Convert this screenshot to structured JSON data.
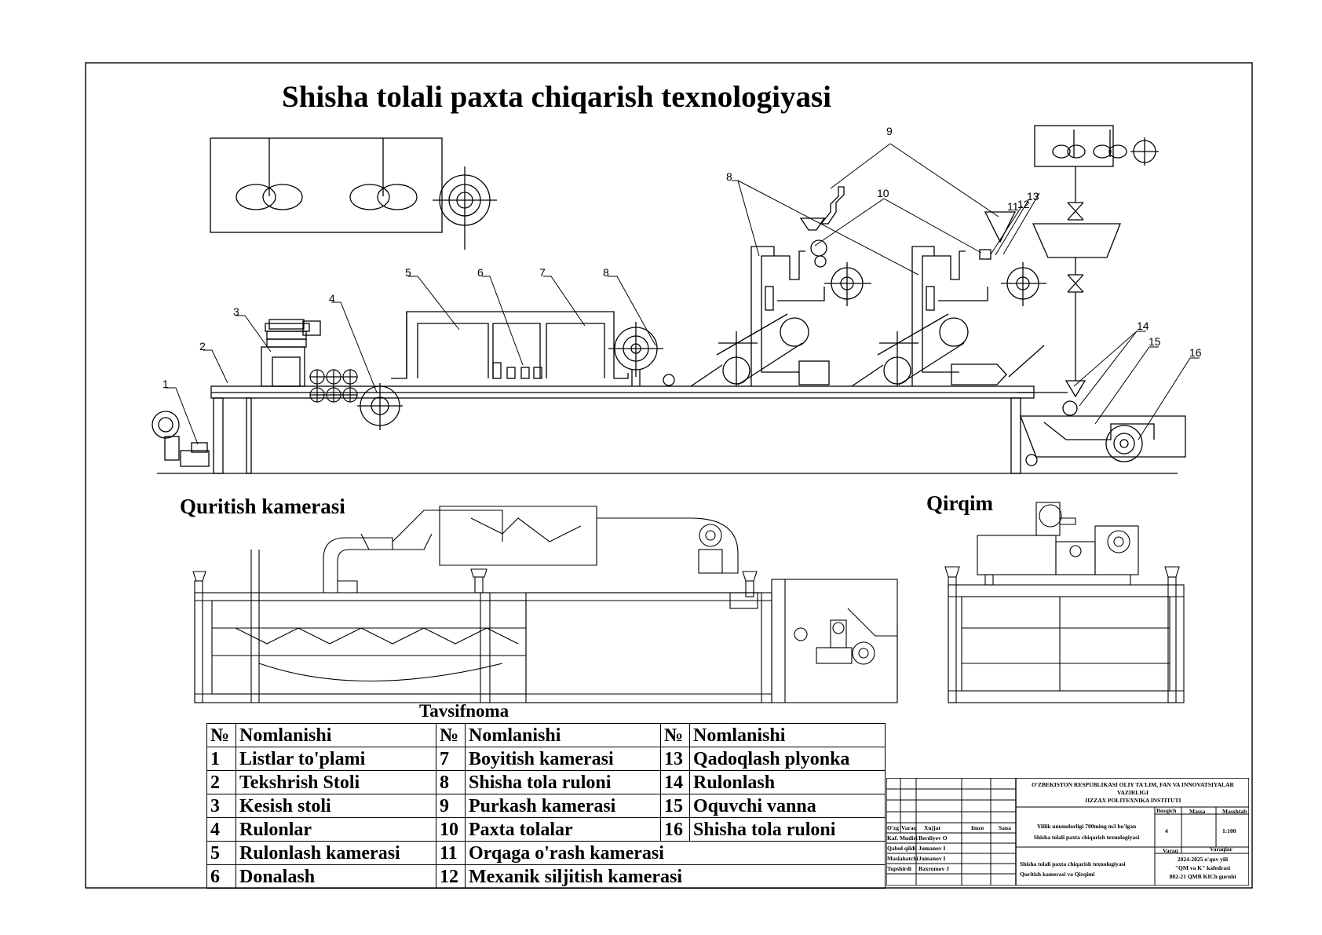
{
  "title": "Shisha tolali paxta chiqarish texnologiyasi",
  "section_drying": "Quritish kamerasi",
  "section_cut": "Qirqim",
  "callouts": [
    "1",
    "2",
    "3",
    "4",
    "5",
    "6",
    "7",
    "8",
    "8",
    "9",
    "10",
    "11",
    "12",
    "13",
    "14",
    "15",
    "16"
  ],
  "legend": {
    "title": "Tavsifnoma",
    "headers": {
      "num": "№",
      "name": "Nomlanishi"
    },
    "columns": [
      [
        {
          "n": "1",
          "t": "Listlar to'plami"
        },
        {
          "n": "2",
          "t": "Tekshrish Stoli"
        },
        {
          "n": "3",
          "t": "Kesish stoli"
        },
        {
          "n": "4",
          "t": "Rulonlar"
        },
        {
          "n": "5",
          "t": "Rulonlash kamerasi"
        },
        {
          "n": "6",
          "t": "Donalash"
        }
      ],
      [
        {
          "n": "7",
          "t": "Boyitish kamerasi"
        },
        {
          "n": "8",
          "t": "Shisha tola ruloni"
        },
        {
          "n": "9",
          "t": "Purkash kamerasi"
        },
        {
          "n": "10",
          "t": "Paxta tolalar"
        },
        {
          "n": "11",
          "t": "Orqaga o'rash kamerasi"
        },
        {
          "n": "12",
          "t": "Mexanik siljitish kamerasi"
        }
      ],
      [
        {
          "n": "13",
          "t": "Qadoqlash plyonka"
        },
        {
          "n": "14",
          "t": "Rulonlash"
        },
        {
          "n": "15",
          "t": "Oquvchi vanna"
        },
        {
          "n": "16",
          "t": "Shisha tola ruloni"
        }
      ]
    ]
  },
  "stamp": {
    "org_line1": "O'ZBEKISTON RESPUBLIKASI OLIY TA'LIM, FAN VA INNOVATSIYALAR",
    "org_line2": "VAZIRLIGI",
    "org_line3": "JIZZAX POLITEXNIKA INSTITUTI",
    "col_headers": [
      "O'zg",
      "Varaq",
      "Xujjat",
      "Imzo",
      "Sana"
    ],
    "roles": [
      {
        "role": "Kaf. Mudiri",
        "name": "Berdiyev O"
      },
      {
        "role": "Qabul qildi",
        "name": "Jumanov I"
      },
      {
        "role": "Maslahatchi",
        "name": "Jumanov I"
      },
      {
        "role": "Topshirdi",
        "name": "Baxromov J"
      }
    ],
    "project_line1": "Yillik unumdorligi 700ming m3 bo'lgan",
    "project_line2": "Shisha tolali paxta chiqarish texnologiyasi",
    "bosqich_label": "Bosqich",
    "massa_label": "Massa",
    "masshtab_label": "Masshtab",
    "bosqich_value": "4",
    "masshtab_value": "1:100",
    "varaq_label": "Varaq",
    "varaqlar_label": "Varaqlar",
    "sheet_line1": "Shisha tolali paxta chiqarish texnologiyasi",
    "sheet_line2": "Quritish kamerasi va Qirqimi",
    "year": "2024-2025 o'quv yili",
    "dept": "\"QM va K\" kafedrasi",
    "group": "802-21 QMB KICh guruhi"
  }
}
